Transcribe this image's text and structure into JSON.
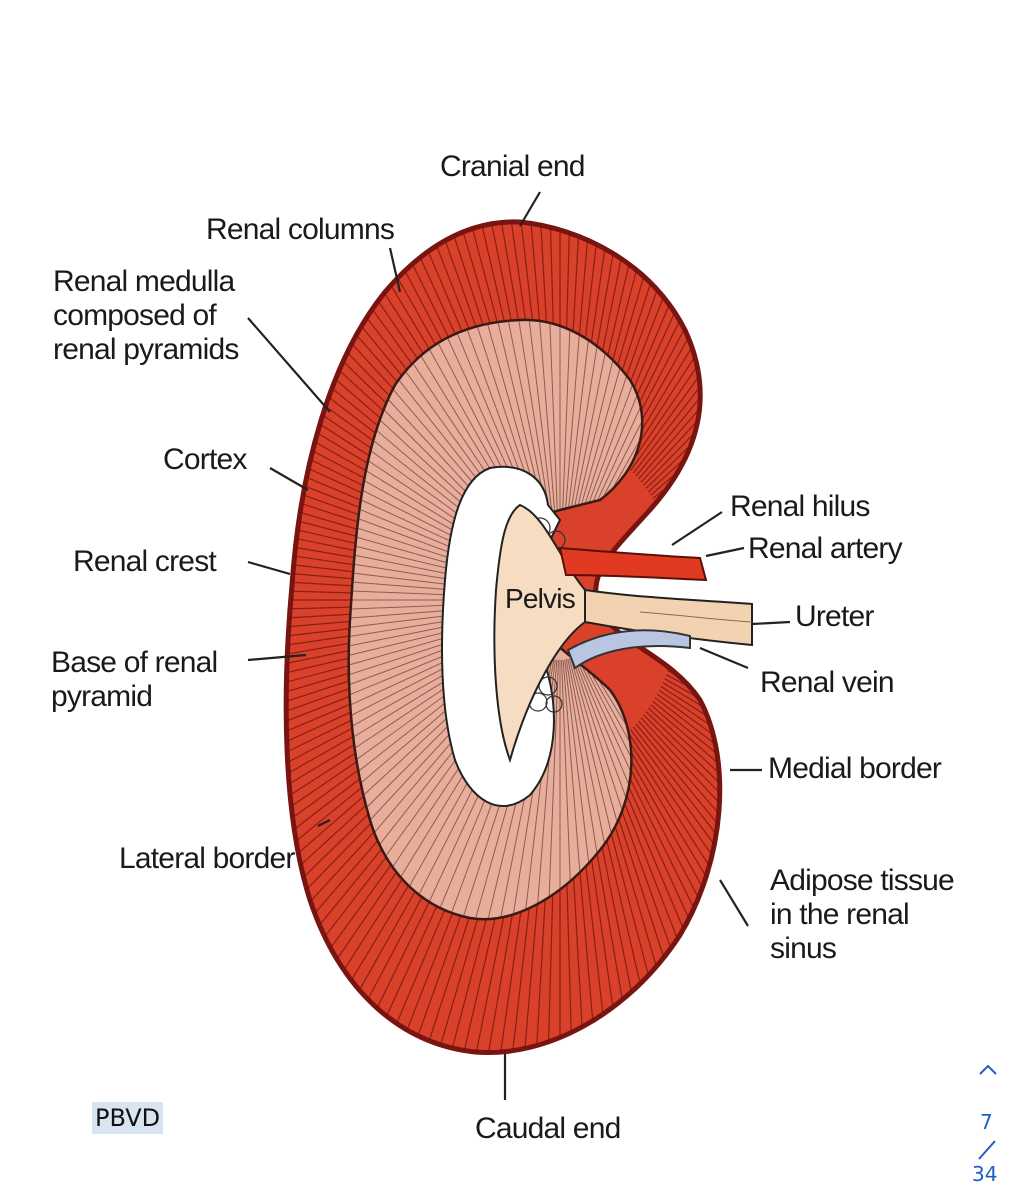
{
  "labels": {
    "cranial_end": "Cranial end",
    "renal_columns": "Renal columns",
    "renal_medulla": "Renal medulla\ncomposed of\nrenal pyramids",
    "cortex": "Cortex",
    "renal_crest": "Renal crest",
    "base_of_renal_pyramid": "Base of renal\npyramid",
    "lateral_border": "Lateral border",
    "renal_hilus": "Renal hilus",
    "renal_artery": "Renal artery",
    "ureter": "Ureter",
    "renal_vein": "Renal vein",
    "medial_border": "Medial border",
    "adipose_tissue": "Adipose tissue\nin the renal\nsinus",
    "caudal_end": "Caudal end",
    "pelvis": "Pelvis"
  },
  "footer": {
    "label": "PBVD"
  },
  "pager": {
    "current": "7",
    "total": "34"
  },
  "colors": {
    "cortex": "#d9412b",
    "cortex_dark": "#8e1a12",
    "medulla": "#e9ad9c",
    "sinus_fat": "#ffffff",
    "pelvis": "#f6dcc0",
    "artery": "#e23a22",
    "vein": "#b8c6e2",
    "ureter": "#f3d2b1",
    "leader_line": "#222222",
    "pager_link": "#1f5fc4"
  }
}
